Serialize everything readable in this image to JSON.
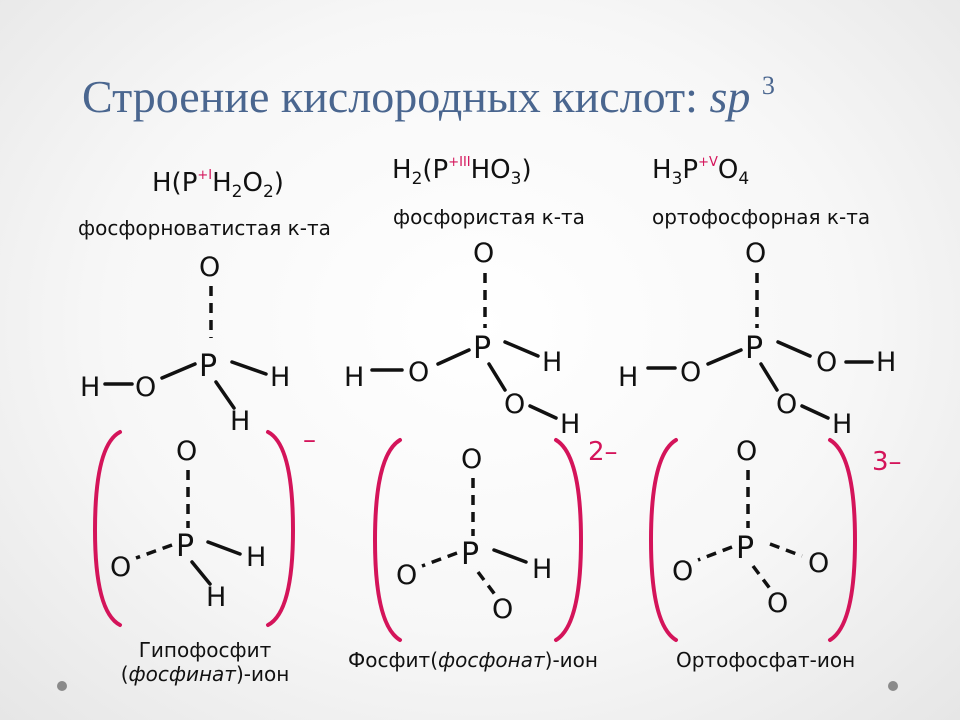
{
  "title": {
    "main": "Строение кислородных кислот: ",
    "sp": "sp",
    "sup": "3"
  },
  "acids": [
    {
      "f": [
        "H(P",
        "+I",
        "H",
        "2",
        "O",
        "2",
        ")"
      ],
      "name": "фосфорноватистая к-та"
    },
    {
      "f": [
        "H",
        "2",
        "(P",
        "+III",
        "HO",
        "3",
        ")"
      ],
      "name": "фосфористая к-та"
    },
    {
      "f": [
        "H",
        "3",
        "P",
        "+V",
        "O",
        "4"
      ],
      "name": "ортофосфорная к-та"
    }
  ],
  "atoms": {
    "P": "P",
    "O": "O",
    "H": "H"
  },
  "ions": [
    {
      "charge": "–",
      "name_line1": "Гипофосфит",
      "name_open": "(",
      "name_italic": "фосфинат",
      "name_close": ")-ион"
    },
    {
      "charge": "2–",
      "name_prefix": "Фосфит(",
      "name_italic": "фосфонат",
      "name_close": ")-ион"
    },
    {
      "charge": "3–",
      "name": "Ортофосфат-ион"
    }
  ],
  "colors": {
    "title": "#4a668f",
    "accent": "#d4145a",
    "text": "#111111"
  }
}
